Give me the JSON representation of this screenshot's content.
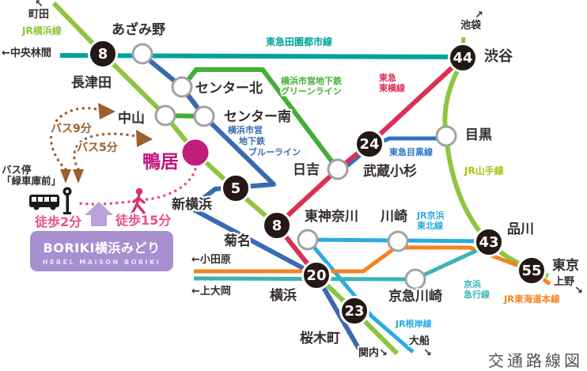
{
  "map_title": "交通路線図",
  "facility": {
    "name": "BORIKI横浜みどり",
    "subtitle": "HEBEL MAISON BORIKI"
  },
  "access": {
    "bus9_label": "バス9分",
    "bus5_label": "バス5分",
    "bus_stop_label": "バス停\n「緑車庫前」",
    "walk2_label": "徒歩2分",
    "walk15_label": "徒歩15分"
  },
  "colors": {
    "bus_route_brown": "#9c5f2e",
    "walk_route_pink": "#e8468a",
    "facility_purple": "#a78fd0",
    "kamoi_magenta": "#c01d7c",
    "time_badge_black": "#231815"
  },
  "lines": {
    "denentoshi": {
      "name": "東急田園都市線",
      "color": "#00a29b"
    },
    "jr_yokohama": {
      "name": "JR横浜線",
      "color": "#8dc63f"
    },
    "green_line": {
      "name": "横浜市営地下鉄\nグリーンライン",
      "color": "#45ad38"
    },
    "blue_line": {
      "name_line1": "横浜市営",
      "name_line2": "地下鉄",
      "name_line3": "ブルーライン",
      "color": "#3a6ab1"
    },
    "toyoko": {
      "name": "東急\n東横線",
      "color": "#dc2f55"
    },
    "meguro": {
      "name": "東急目黒線",
      "color": "#2b74c0"
    },
    "yamanote": {
      "name": "JR山手線",
      "color": "#8dc63f"
    },
    "keihin_tohoku": {
      "name": "JR京浜\n東北線",
      "color": "#29abe2"
    },
    "tokaido": {
      "name": "JR東海道本線",
      "color": "#f58220"
    },
    "keikyu": {
      "name": "京浜\n急行線",
      "color": "#3bb3b3"
    },
    "negishi": {
      "name": "JR根岸線",
      "color": "#29abe2"
    }
  },
  "stations": {
    "nagatsuta": {
      "name": "長津田",
      "minutes": "8"
    },
    "shibuya": {
      "name": "渋谷",
      "minutes": "44"
    },
    "shin_yokohama": {
      "name": "新横浜",
      "minutes": "5"
    },
    "kikuna": {
      "name": "菊名",
      "minutes": "8"
    },
    "musashi_kosugi": {
      "name": "武蔵小杉",
      "minutes": "24"
    },
    "yokohama": {
      "name": "横浜",
      "minutes": "20"
    },
    "sakuragicho": {
      "name": "桜木町",
      "minutes": "23"
    },
    "shinagawa": {
      "name": "品川",
      "minutes": "43"
    },
    "tokyo": {
      "name": "東京",
      "minutes": "55"
    },
    "azamino": {
      "name": "あざみ野"
    },
    "center_kita": {
      "name": "センター北"
    },
    "center_minami": {
      "name": "センター南"
    },
    "nakayama": {
      "name": "中山"
    },
    "hiyoshi": {
      "name": "日吉"
    },
    "meguro": {
      "name": "目黒"
    },
    "higashi_kanagawa": {
      "name": "東神奈川"
    },
    "kawasaki": {
      "name": "川崎"
    },
    "keikyu_kawasaki": {
      "name": "京急川崎"
    },
    "kamoi": {
      "name": "鴨居"
    }
  },
  "directions": {
    "machida": "町田",
    "machida_arrow": "↖",
    "ikebukuro": "池袋",
    "ikebukuro_arrow": "↗",
    "chuo_rinkan": "←中央林間",
    "odawara": "←小田原",
    "kamiooka": "←上大岡",
    "ueno": "上野",
    "ueno_arrow": "↘",
    "kannai": "関内↘",
    "ofuna": "大船",
    "ofuna_arrow": "↘"
  }
}
